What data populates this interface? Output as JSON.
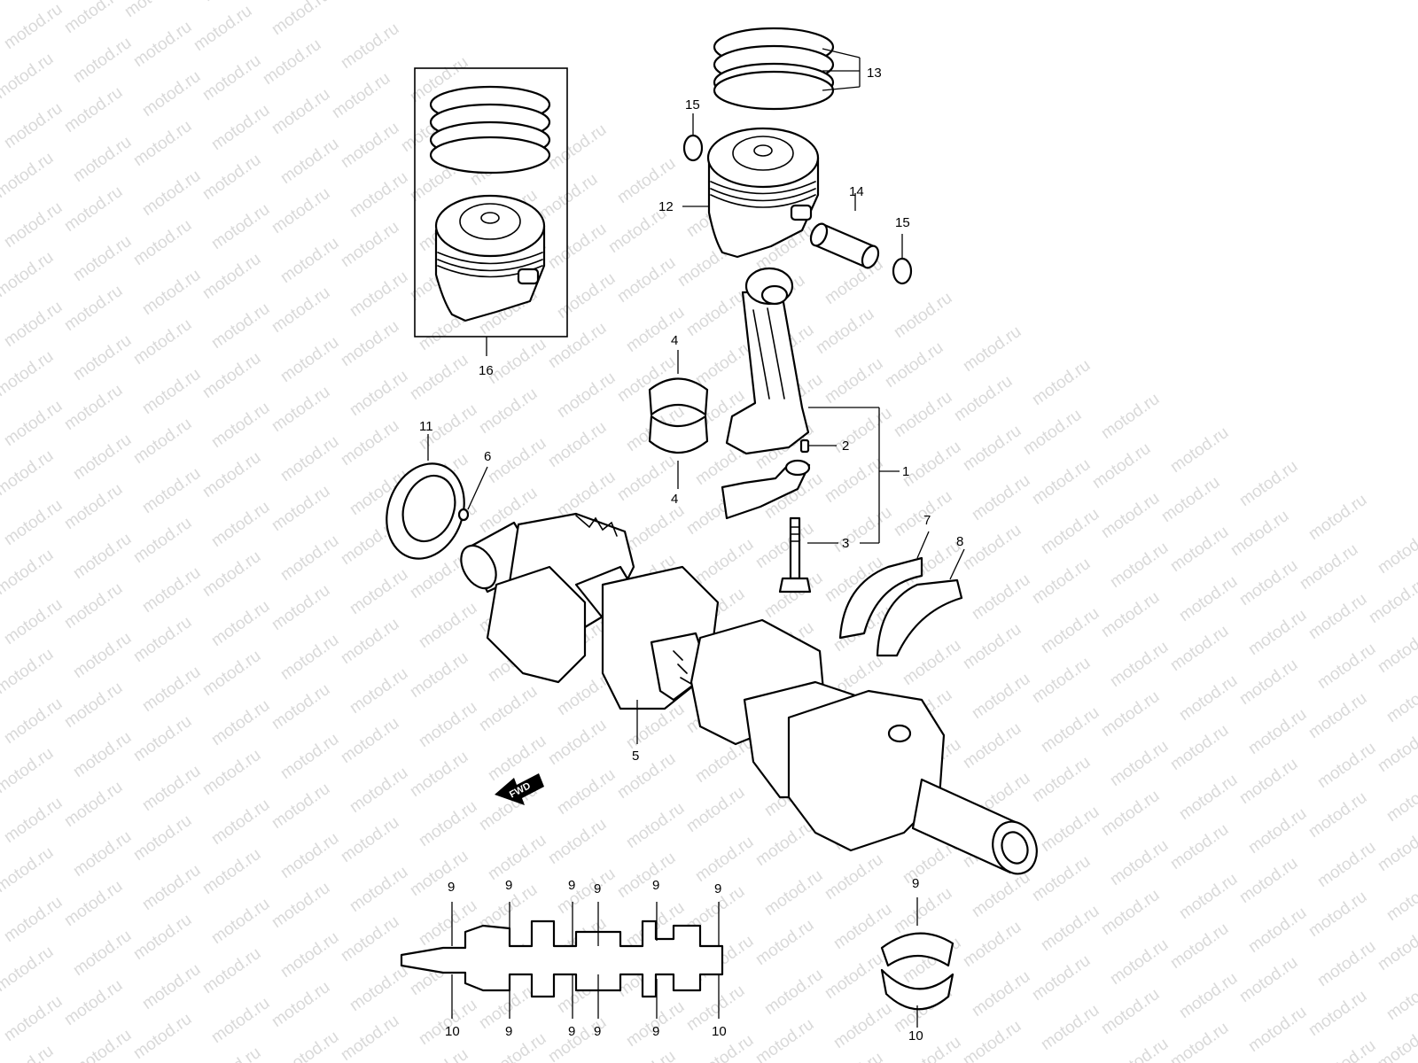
{
  "watermark": "motod.ru",
  "fwd_label": "FWD",
  "callouts": {
    "c1": "1",
    "c2": "2",
    "c3": "3",
    "c4a": "4",
    "c4b": "4",
    "c5": "5",
    "c6": "6",
    "c7": "7",
    "c8": "8",
    "c9a": "9",
    "c9b": "9",
    "c9c": "9",
    "c9d": "9",
    "c9e": "9",
    "c9f": "9",
    "c9g": "9",
    "c9h": "9",
    "c9i": "9",
    "c9j": "9",
    "c9k": "9",
    "c10a": "10",
    "c10b": "10",
    "c10c": "10",
    "c11": "11",
    "c12": "12",
    "c13": "13",
    "c14": "14",
    "c15a": "15",
    "c15b": "15",
    "c16": "16"
  }
}
